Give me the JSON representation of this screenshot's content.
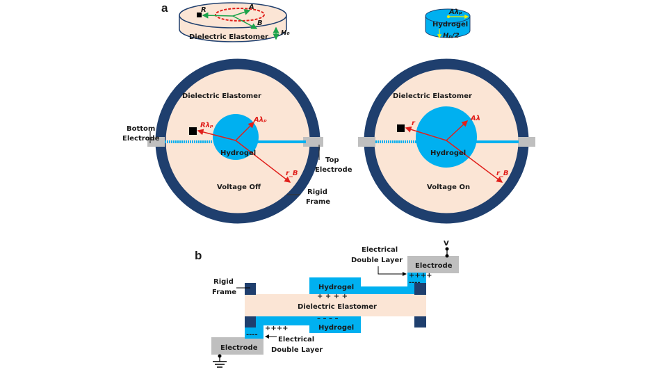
{
  "colors": {
    "elastomer": "#fbe5d5",
    "frame": "#1f3f6e",
    "hydrogel": "#00b0f0",
    "electrode": "#bfbfbf",
    "arrow_red": "#e0201b",
    "arrow_green": "#1aa34a",
    "dim_yellow": "#f0f000"
  },
  "panel_a": {
    "label": "a",
    "disc": {
      "elastomer_label": "Dielectric Elastomer",
      "R": "R",
      "A": "A",
      "B": "B",
      "H0": "H₀"
    },
    "gel": {
      "label": "Hydrogel",
      "radius": "Aλₚ",
      "height": "Hₚ/2"
    },
    "off": {
      "elastomer_label": "Dielectric Elastomer",
      "hydrogel": "Hydrogel",
      "state": "Voltage Off",
      "r": "Rλₚ",
      "a": "Aλₚ",
      "rb": "r_B",
      "bottom_electrode": [
        "Bottom",
        "Electrode"
      ],
      "top_electrode": [
        "Top",
        "Electrode"
      ],
      "rigid_frame": [
        "Rigid",
        "Frame"
      ]
    },
    "on": {
      "elastomer_label": "Dielectric Elastomer",
      "hydrogel": "Hydrogel",
      "state": "Voltage On",
      "r": "r",
      "a": "Aλ",
      "rb": "r_B"
    }
  },
  "panel_b": {
    "label": "b",
    "rigid_frame": [
      "Rigid",
      "Frame"
    ],
    "elastomer": "Dielectric Elastomer",
    "hydrogel_top": "Hydrogel",
    "hydrogel_bottom": "Hydrogel",
    "edl_top": [
      "Electrical",
      "Double Layer"
    ],
    "edl_bottom": [
      "Electrical",
      "Double Layer"
    ],
    "electrode_top": "Electrode",
    "electrode_bottom": "Electrode",
    "voltage": "V",
    "plus": "+ + + +",
    "minus": "– – – –",
    "plus_edl": "++++",
    "minus_edl": "----"
  }
}
